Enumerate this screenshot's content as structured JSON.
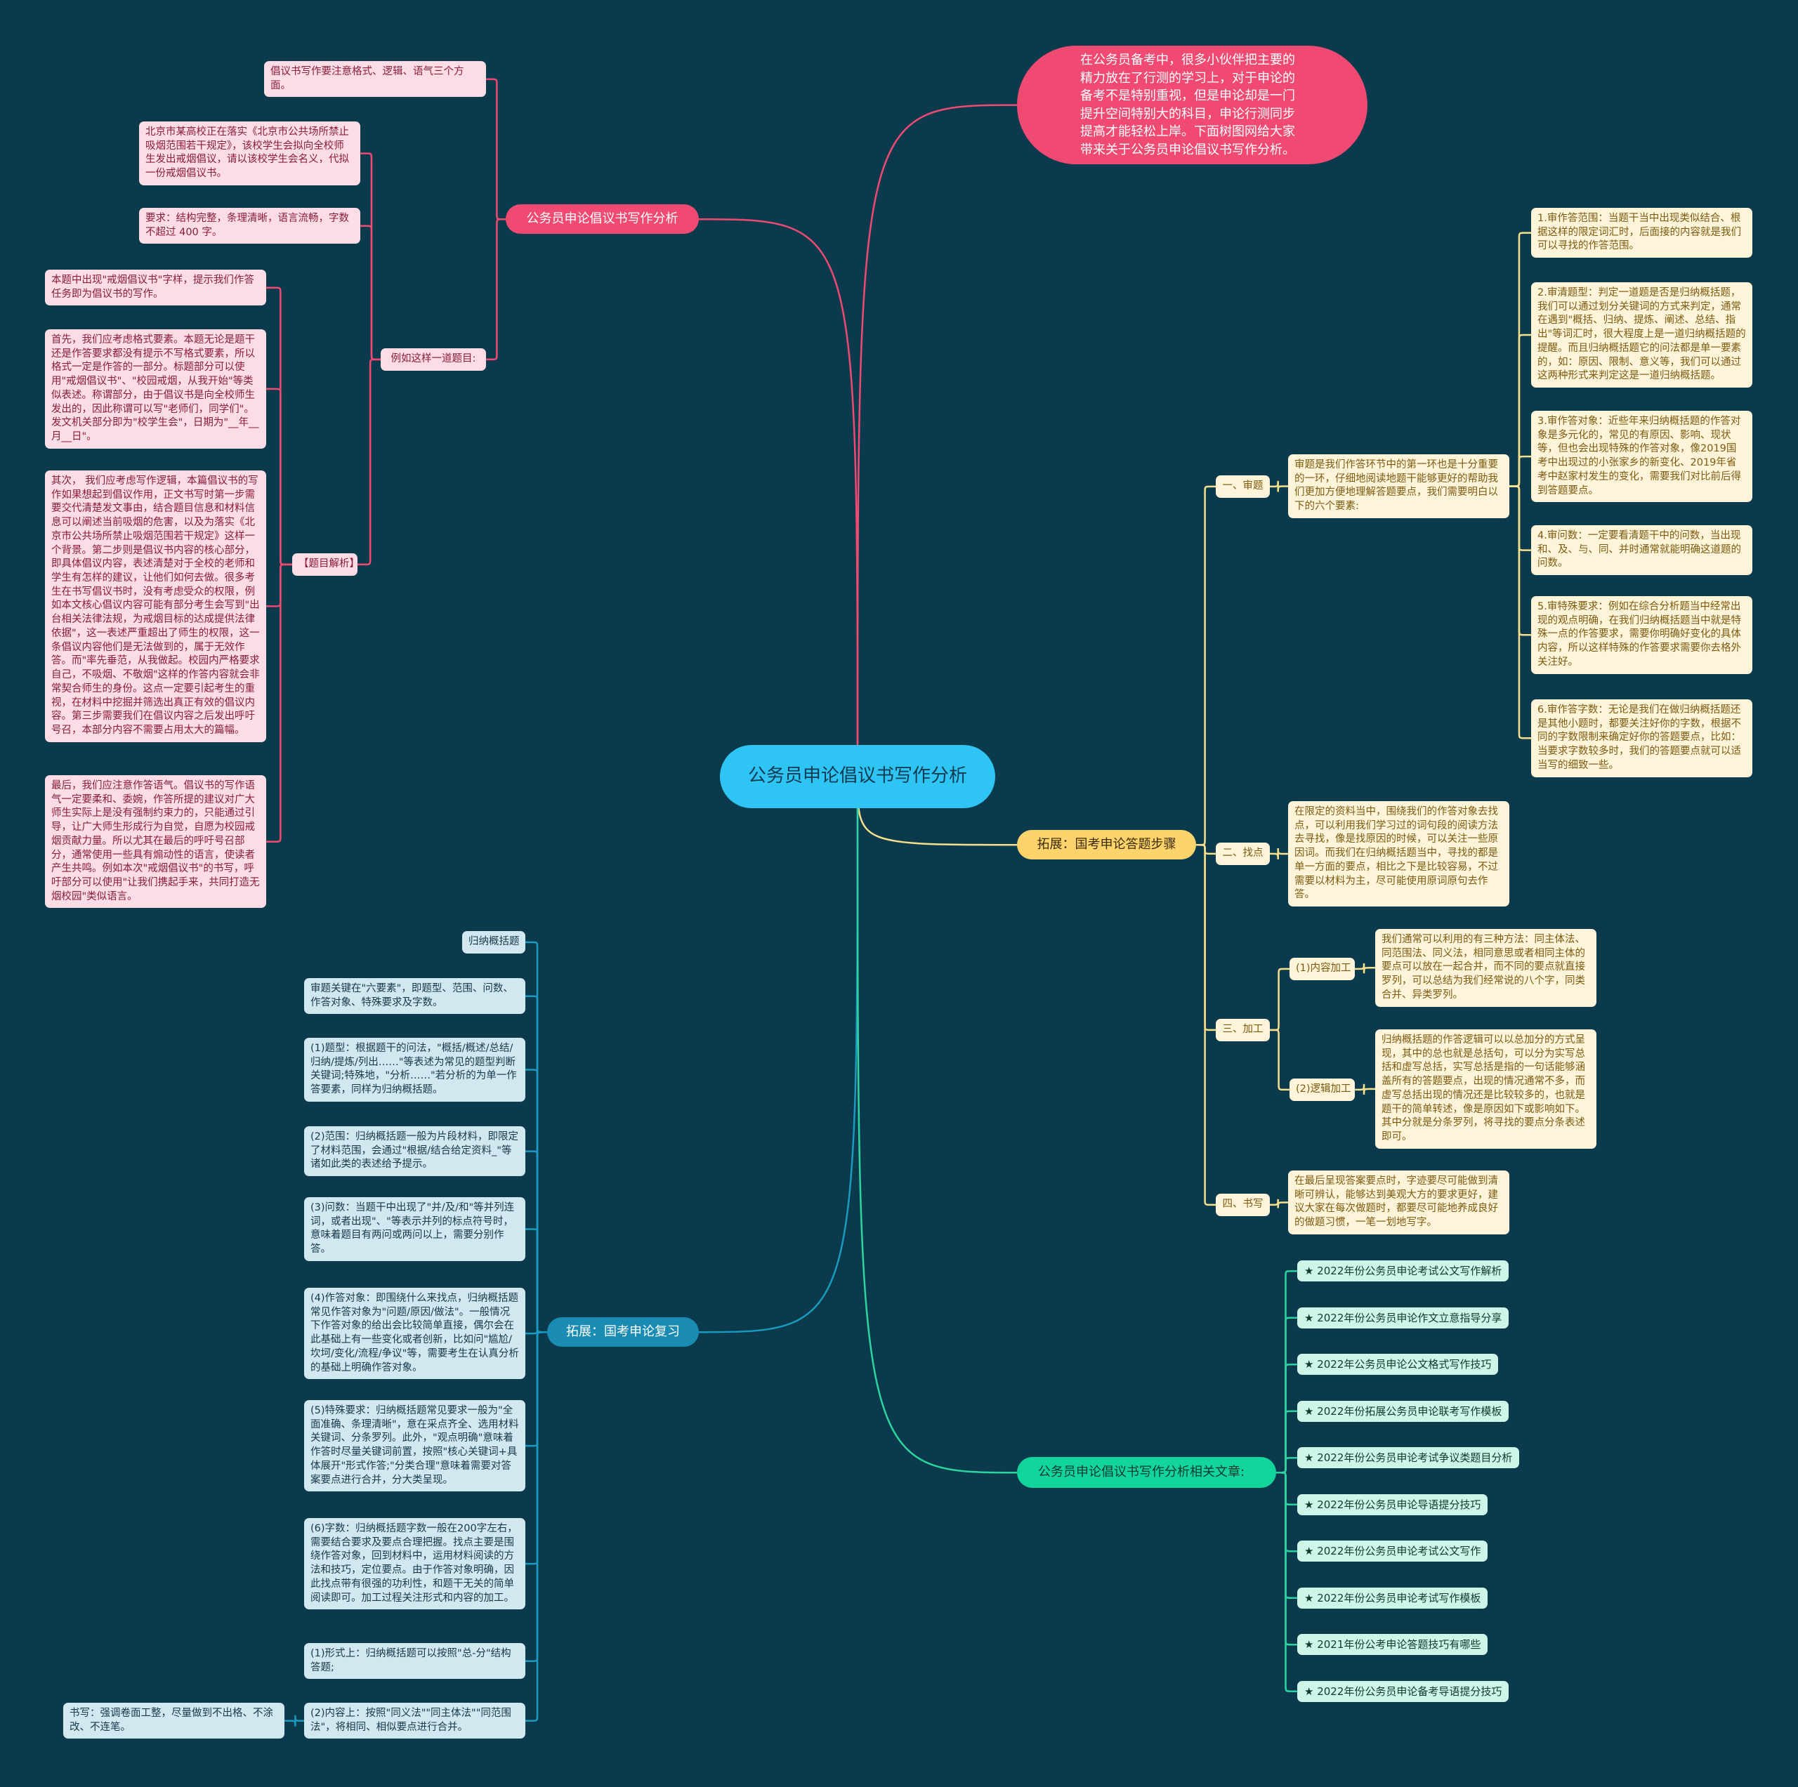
{
  "root": {
    "title": "公务员申论倡议书写作分析"
  },
  "intro": {
    "text": "在公务员备考中，很多小伙伴把主要的精力放在了行测的学习上，对于申论的备考不是特别重视，但是申论却是一门提升空间特别大的科目，申论行测同步提高才能轻松上岸。下面树图网给大家带来关于公务员申论倡议书写作分析。"
  },
  "analysis": {
    "label": "公务员申论倡议书写作分析",
    "note": "倡议书写作要注意格式、逻辑、语气三个方面。",
    "example": {
      "label": "例如这样一道题目:",
      "question": "北京市某高校正在落实《北京市公共场所禁止吸烟范围若干规定》，该校学生会拟向全校师生发出戒烟倡议，请以该校学生会名义，代拟一份戒烟倡议书。",
      "requirement": "要求：结构完整，条理清晰，语言流畅，字数不超过 400 字。",
      "explain": {
        "label": "【题目解析】",
        "items": [
          "本题中出现\"戒烟倡议书\"字样，提示我们作答任务即为倡议书的写作。",
          "首先，我们应考虑格式要素。本题无论是题干还是作答要求都没有提示不写格式要素，所以格式一定是作答的一部分。标题部分可以使用\"戒烟倡议书\"、\"校园戒烟，从我开始\"等类似表述。称谓部分，由于倡议书是向全校师生发出的，因此称谓可以写\"老师们，同学们\"。发文机关部分即为\"校学生会\"，日期为\"__年__月__日\"。",
          "其次， 我们应考虑写作逻辑，本篇倡议书的写作如果想起到倡议作用，正文书写时第一步需要交代清楚发文事由，结合题目信息和材料信息可以阐述当前吸烟的危害，以及为落实《北京市公共场所禁止吸烟范围若干规定》这样一个背景。第二步则是倡议书内容的核心部分，即具体倡议内容，表述清楚对于全校的老师和学生有怎样的建议，让他们如何去做。很多考生在书写倡议书时，没有考虑受众的权限，例如本文核心倡议内容可能有部分考生会写到\"出台相关法律法规，为戒烟目标的达成提供法律依据\"，这一表述严重超出了师生的权限，这一条倡议内容他们是无法做到的，属于无效作答。而\"率先垂范，从我做起。校园内严格要求自己，不吸烟、不敬烟\"这样的作答内容就会非常契合师生的身份。这点一定要引起考生的重视，在材料中挖掘并筛选出真正有效的倡议内容。第三步需要我们在倡议内容之后发出呼吁号召，本部分内容不需要占用太大的篇幅。",
          "最后，我们应注意作答语气。倡议书的写作语气一定要柔和、委婉，作答所提的建议对广大师生实际上是没有强制约束力的，只能通过引导，让广大师生形成行为自觉，自愿为校园戒烟贡献力量。所以尤其在最后的呼吁号召部分，通常使用一些具有煽动性的语言，使读者产生共鸣。例如本次\"戒烟倡议书\"的书写，呼吁部分可以使用\"让我们携起手来，共同打造无烟校园\"类似语言。"
        ]
      }
    }
  },
  "steps": {
    "label": "拓展：国考申论答题步骤",
    "s1": {
      "label": "一、审题",
      "desc": "审题是我们作答环节中的第一环也是十分重要的一环，仔细地阅读地题干能够更好的帮助我们更加方便地理解答题要点，我们需要明白以下的六个要素:",
      "items": [
        "1.审作答范围：当题干当中出现类似结合、根据这样的限定词汇时，后面接的内容就是我们可以寻找的作答范围。",
        "2.审清题型：判定一道题是否是归纳概括题，我们可以通过划分关键词的方式来判定，通常在遇到\"概括、归纳、提炼、阐述、总结、指出\"等词汇时，很大程度上是一道归纳概括题的提醒。而且归纳概括题它的问法都是单一要素的，如：原因、限制、意义等，我们可以通过这两种形式来判定这是一道归纳概括题。",
        "3.审作答对象：近些年来归纳概括题的作答对象是多元化的，常见的有原因、影响、现状等，但也会出现特殊的作答对象，像2019国考中出现过的小张家乡的新变化、2019年省考中赵家村发生的变化，需要我们对比前后得到答题要点。",
        "4.审问数：一定要看清题干中的问数，当出现和、及、与、同、并时通常就能明确这道题的问数。",
        "5.审特殊要求：例如在综合分析题当中经常出现的观点明确，在我们归纳概括题当中就是特殊一点的作答要求，需要你明确好变化的具体内容，所以这样特殊的作答要求需要你去格外关注好。",
        "6.审作答字数：无论是我们在做归纳概括题还是其他小题时，都要关注好你的字数，根据不同的字数限制来确定好你的答题要点，比如：当要求字数较多时，我们的答题要点就可以适当写的细致一些。"
      ]
    },
    "s2": {
      "label": "二、找点",
      "desc": "在限定的资料当中，围绕我们的作答对象去找点，可以利用我们学习过的词句段的阅读方法去寻找，像是找原因的时候，可以关注一些原因词。而我们在归纳概括题当中，寻找的都是单一方面的要点，相比之下是比较容易，不过需要以材料为主，尽可能使用原词原句去作答。"
    },
    "s3": {
      "label": "三、加工",
      "content": {
        "label": "(1)内容加工",
        "desc": "我们通常可以利用的有三种方法：同主体法、同范围法、同义法，相同意思或者相同主体的要点可以放在一起合并，而不同的要点就直接罗列，可以总结为我们经常说的八个字，同类合并、异类罗列。"
      },
      "logic": {
        "label": "(2)逻辑加工",
        "desc": "归纳概括题的作答逻辑可以以总加分的方式呈现，其中的总也就是总括句，可以分为实写总括和虚写总括，实写总括是指的一句话能够涵盖所有的答题要点，出现的情况通常不多，而虚写总括出现的情况还是比较较多的，也就是题干的简单转述，像是原因如下或影响如下。其中分就是分条罗列，将寻找的要点分条表述即可。"
      }
    },
    "s4": {
      "label": "四、书写",
      "desc": "在最后呈现答案要点时，字迹要尽可能做到清晰可辨认，能够达到美观大方的要求更好，建议大家在每次做题时，都要尽可能地养成良好的做题习惯，一笔一划地写字。"
    }
  },
  "review": {
    "label": "拓展：国考申论复习",
    "items": [
      "归纳概括题",
      "审题关键在\"六要素\"，即题型、范围、问数、作答对象、特殊要求及字数。",
      "(1)题型：根据题干的问法，\"概括/概述/总结/归纳/提炼/列出……\"等表述为常见的题型判断关键词;特殊地，\"分析……\"若分析的为单一作答要素，同样为归纳概括题。",
      "(2)范围：归纳概括题一般为片段材料，即限定了材料范围，会通过\"根据/结合给定资料_\"等诸如此类的表述给予提示。",
      "(3)问数：当题干中出现了\"并/及/和\"等并列连词，或者出现\"、\"等表示并列的标点符号时，意味着题目有两问或两问以上，需要分别作答。",
      "(4)作答对象：即围绕什么来找点，归纳概括题常见作答对象为\"问题/原因/做法\"。一般情况下作答对象的给出会比较简单直接，偶尔会在此基础上有一些变化或者创新，比如问\"尴尬/坎坷/变化/流程/争议\"等，需要考生在认真分析的基础上明确作答对象。",
      "(5)特殊要求：归纳概括题常见要求一般为\"全面准确、条理清晰\"，意在采点齐全、选用材料关键词、分条罗列。此外，\"观点明确\"意味着作答时尽量关键词前置，按照\"核心关键词+具体展开\"形式作答;\"分类合理\"意味着需要对答案要点进行合并，分大类呈现。",
      "(6)字数：归纳概括题字数一般在200字左右，需要结合要求及要点合理把握。找点主要是围绕作答对象，回到材料中，运用材料阅读的方法和技巧，定位要点。由于作答对象明确，因此找点带有很强的功利性，和题干无关的简单阅读即可。加工过程关注形式和内容的加工。",
      "(1)形式上：归纳概括题可以按照\"总-分\"结构答题;",
      "(2)内容上：按照\"同义法\"\"同主体法\"\"同范围法\"，将相同、相似要点进行合并。"
    ],
    "writing": "书写：强调卷面工整，尽量做到不出格、不涂改、不连笔。"
  },
  "related": {
    "label": "公务员申论倡议书写作分析相关文章:",
    "items": [
      "★ 2022年份公务员申论考试公文写作解析",
      "★ 2022年份公务员申论作文立意指导分享",
      "★ 2022年公务员申论公文格式写作技巧",
      "★ 2022年份拓展公务员申论联考写作模板",
      "★ 2022年份公务员申论考试争议类题目分析",
      "★ 2022年份公务员申论导语提分技巧",
      "★ 2022年份公务员申论考试公文写作",
      "★ 2022年份公务员申论考试写作模板",
      "★ 2021年份公考申论答题技巧有哪些",
      "★ 2022年份公务员申论备考导语提分技巧"
    ]
  },
  "colors": {
    "background": "#0a3a4c",
    "root": "#2ec5f5",
    "pink": "#f04a73",
    "yellow": "#fdd36c",
    "blue": "#1a8cb4",
    "green": "#12d59b"
  }
}
